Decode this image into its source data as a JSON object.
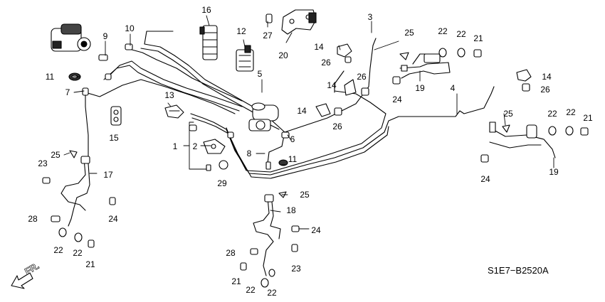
{
  "diagram": {
    "code": "S1E7−B2520A",
    "direction": "FR.",
    "callouts": [
      {
        "id": "c1",
        "text": "1"
      },
      {
        "id": "c2",
        "text": "2"
      },
      {
        "id": "c3",
        "text": "3"
      },
      {
        "id": "c4",
        "text": "4"
      },
      {
        "id": "c5",
        "text": "5"
      },
      {
        "id": "c6",
        "text": "6"
      },
      {
        "id": "c7",
        "text": "7"
      },
      {
        "id": "c8",
        "text": "8"
      },
      {
        "id": "c9",
        "text": "9"
      },
      {
        "id": "c10",
        "text": "10"
      },
      {
        "id": "c11a",
        "text": "11"
      },
      {
        "id": "c11b",
        "text": "11"
      },
      {
        "id": "c12",
        "text": "12"
      },
      {
        "id": "c13",
        "text": "13"
      },
      {
        "id": "c14a",
        "text": "14"
      },
      {
        "id": "c14b",
        "text": "14"
      },
      {
        "id": "c14c",
        "text": "14"
      },
      {
        "id": "c14d",
        "text": "14"
      },
      {
        "id": "c15",
        "text": "15"
      },
      {
        "id": "c16",
        "text": "16"
      },
      {
        "id": "c17",
        "text": "17"
      },
      {
        "id": "c18",
        "text": "18"
      },
      {
        "id": "c19a",
        "text": "19"
      },
      {
        "id": "c19b",
        "text": "19"
      },
      {
        "id": "c20",
        "text": "20"
      },
      {
        "id": "c21a",
        "text": "21"
      },
      {
        "id": "c21b",
        "text": "21"
      },
      {
        "id": "c21c",
        "text": "21"
      },
      {
        "id": "c21d",
        "text": "21"
      },
      {
        "id": "c22a",
        "text": "22"
      },
      {
        "id": "c22b",
        "text": "22"
      },
      {
        "id": "c22c",
        "text": "22"
      },
      {
        "id": "c22d",
        "text": "22"
      },
      {
        "id": "c22e",
        "text": "22"
      },
      {
        "id": "c22f",
        "text": "22"
      },
      {
        "id": "c22g",
        "text": "22"
      },
      {
        "id": "c22h",
        "text": "22"
      },
      {
        "id": "c23a",
        "text": "23"
      },
      {
        "id": "c23b",
        "text": "23"
      },
      {
        "id": "c24a",
        "text": "24"
      },
      {
        "id": "c24b",
        "text": "24"
      },
      {
        "id": "c24c",
        "text": "24"
      },
      {
        "id": "c24d",
        "text": "24"
      },
      {
        "id": "c25a",
        "text": "25"
      },
      {
        "id": "c25b",
        "text": "25"
      },
      {
        "id": "c25c",
        "text": "25"
      },
      {
        "id": "c25d",
        "text": "25"
      },
      {
        "id": "c26a",
        "text": "26"
      },
      {
        "id": "c26b",
        "text": "26"
      },
      {
        "id": "c26c",
        "text": "26"
      },
      {
        "id": "c26d",
        "text": "26"
      },
      {
        "id": "c27",
        "text": "27"
      },
      {
        "id": "c28a",
        "text": "28"
      },
      {
        "id": "c28b",
        "text": "28"
      },
      {
        "id": "c29",
        "text": "29"
      }
    ]
  }
}
